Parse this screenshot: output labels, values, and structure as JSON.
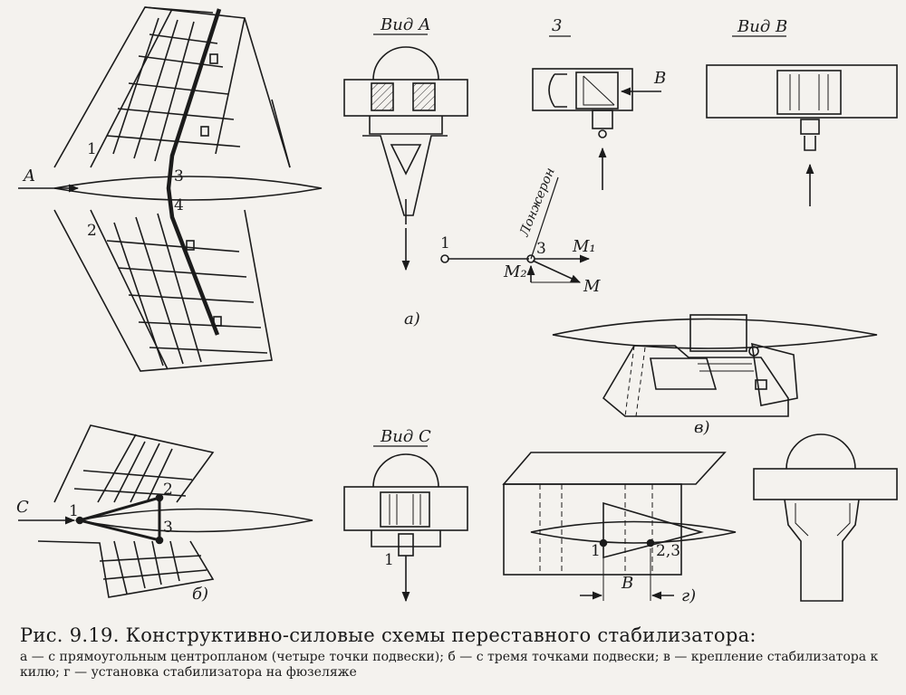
{
  "labels": {
    "view_a": "Вид А",
    "view_b": "Вид В",
    "view_c": "Вид С",
    "section_3": "3",
    "arrow_a": "A",
    "arrow_b": "B",
    "arrow_c": "C",
    "pt_1": "1",
    "pt_2": "2",
    "pt_3": "3",
    "pt_4": "4",
    "pt_1c": "1",
    "pt_2c": "2",
    "pt_3c": "3",
    "pt_1vc": "1",
    "pt_1g": "1",
    "pt_23g": "2,3",
    "dim_b": "B",
    "spar_label": "Лонжерон",
    "m1": "M₁",
    "m2": "M₂",
    "m": "M",
    "vec_1": "1",
    "vec_3": "3",
    "sub_a": "а)",
    "sub_b": "б)",
    "sub_v": "в)",
    "sub_g": "г)"
  },
  "caption": {
    "title": "Рис. 9.19. Конструктивно-силовые схемы переставного стабилизатора:",
    "description": "а — с прямоугольным центропланом (четыре точки подвески); б — с тремя точками подвески; в — крепление стабилизатора к килю; г — установка стабилизатора на фюзеляже"
  }
}
